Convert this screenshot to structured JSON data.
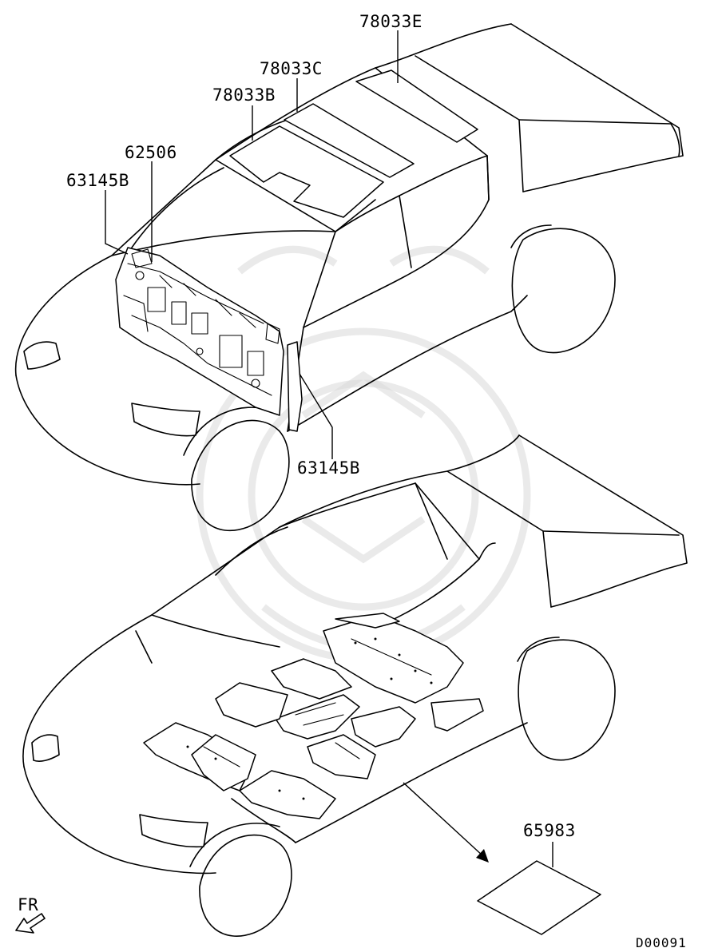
{
  "callouts": {
    "roof_rear": "78033E",
    "roof_mid": "78033C",
    "roof_front": "78033B",
    "dash_silencer": "62506",
    "pillar_left": "63145B",
    "pillar_right": "63145B",
    "floor_pad": "65983"
  },
  "front_indicator": "FR",
  "diagram_id": "D00091"
}
